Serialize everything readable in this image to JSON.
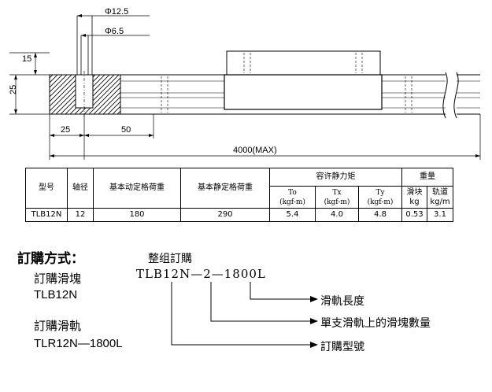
{
  "drawing": {
    "dims": {
      "phi_large": "Φ12.5",
      "phi_small": "Φ6.5",
      "h15": "15",
      "h25": "25",
      "w25": "25",
      "w50": "50",
      "total": "4000(MAX)"
    }
  },
  "table": {
    "h_model": "型号",
    "h_shaft": "轴径",
    "h_dynamic": "基本动定格荷重",
    "h_static": "基本静定格荷重",
    "h_moment": "容许静力矩",
    "h_weight": "重量",
    "h_to": "To",
    "h_to_unit": "(kgf-m)",
    "h_tx": "Tx",
    "h_tx_unit": "(kgf-m)",
    "h_ty": "Ty",
    "h_ty_unit": "(kgf-m)",
    "h_block": "滑块",
    "h_block_unit": "kg",
    "h_rail": "轨道",
    "h_rail_unit": "kg/m",
    "row": {
      "model": "TLB12N",
      "shaft": "12",
      "dynamic": "180",
      "static": "290",
      "to": "5.4",
      "tx": "4.0",
      "ty": "4.8",
      "block": "0.53",
      "rail": "3.1"
    }
  },
  "ordering": {
    "title": "訂購方式：",
    "block_title": "訂購滑塊",
    "block_code": "TLB12N",
    "rail_title": "訂購滑軌",
    "rail_code": "TLR12N—1800L",
    "example_title": "整组訂購",
    "code_part1": "TLB12N",
    "code_dash1": "—",
    "code_part2": "2",
    "code_dash2": "—",
    "code_part3": "1800L",
    "callout_length": "滑軌長度",
    "callout_qty": "單支滑軌上的滑塊數量",
    "callout_model": "訂購型號"
  }
}
